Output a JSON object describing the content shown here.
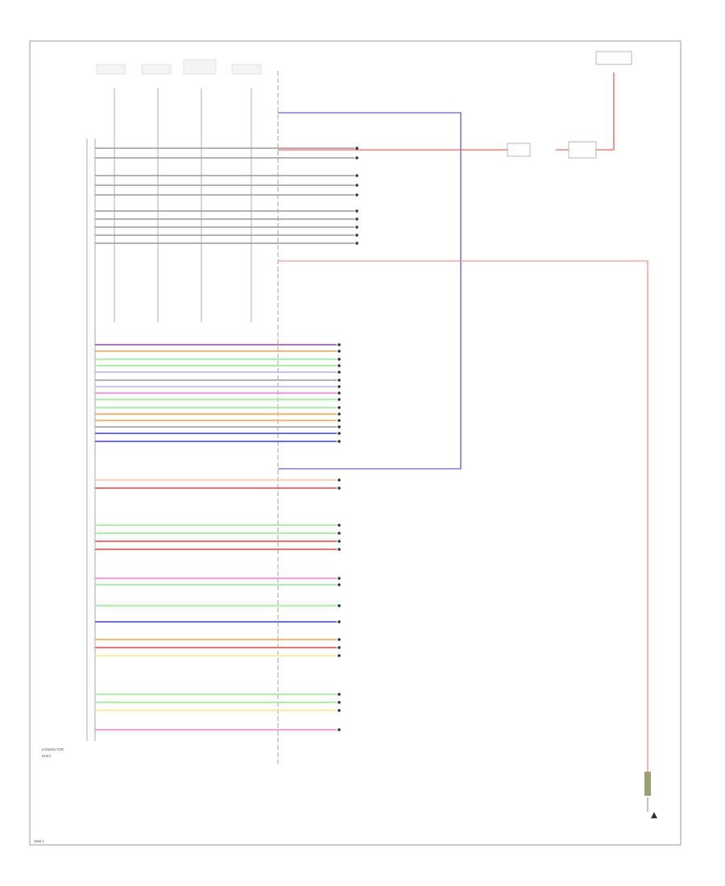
{
  "diagram": {
    "labels": {
      "connector_name": "CONNECTOR",
      "connector_sub": "BUILT",
      "footer": "1994-1"
    },
    "colors": {
      "frame": "#aaaaaa",
      "red": "#ff3b3b",
      "blue": "#3a3aff",
      "orange": "#ff9e40",
      "green": "#8ef08e",
      "violet": "#b0b0ff",
      "pink": "#ff7ad9",
      "yellow": "#ffe680",
      "gray": "#9a9a9a",
      "tan": "#ffc8a0",
      "purple": "#a040c0"
    },
    "wires": [
      {
        "color": "gray"
      },
      {
        "color": "gray"
      },
      {
        "color": "gray"
      },
      {
        "color": "gray"
      },
      {
        "color": "gray"
      },
      {
        "color": "gray"
      },
      {
        "color": "gray"
      },
      {
        "color": "gray"
      },
      {
        "color": "gray"
      },
      {
        "color": "gray"
      },
      {
        "color": "purple"
      },
      {
        "color": "orange"
      },
      {
        "color": "green"
      },
      {
        "color": "green"
      },
      {
        "color": "violet"
      },
      {
        "color": "gray"
      },
      {
        "color": "violet"
      },
      {
        "color": "pink"
      },
      {
        "color": "green"
      },
      {
        "color": "green"
      },
      {
        "color": "orange"
      },
      {
        "color": "orange"
      },
      {
        "color": "gray"
      },
      {
        "color": "blue"
      },
      {
        "color": "blue"
      },
      {
        "color": "tan"
      },
      {
        "color": "red"
      },
      {
        "color": "green"
      },
      {
        "color": "green"
      },
      {
        "color": "red"
      },
      {
        "color": "red"
      },
      {
        "color": "pink"
      },
      {
        "color": "green"
      },
      {
        "color": "green"
      },
      {
        "color": "blue"
      },
      {
        "color": "orange"
      },
      {
        "color": "red"
      },
      {
        "color": "yellow"
      },
      {
        "color": "green"
      },
      {
        "color": "green"
      },
      {
        "color": "yellow"
      },
      {
        "color": "pink"
      }
    ]
  }
}
